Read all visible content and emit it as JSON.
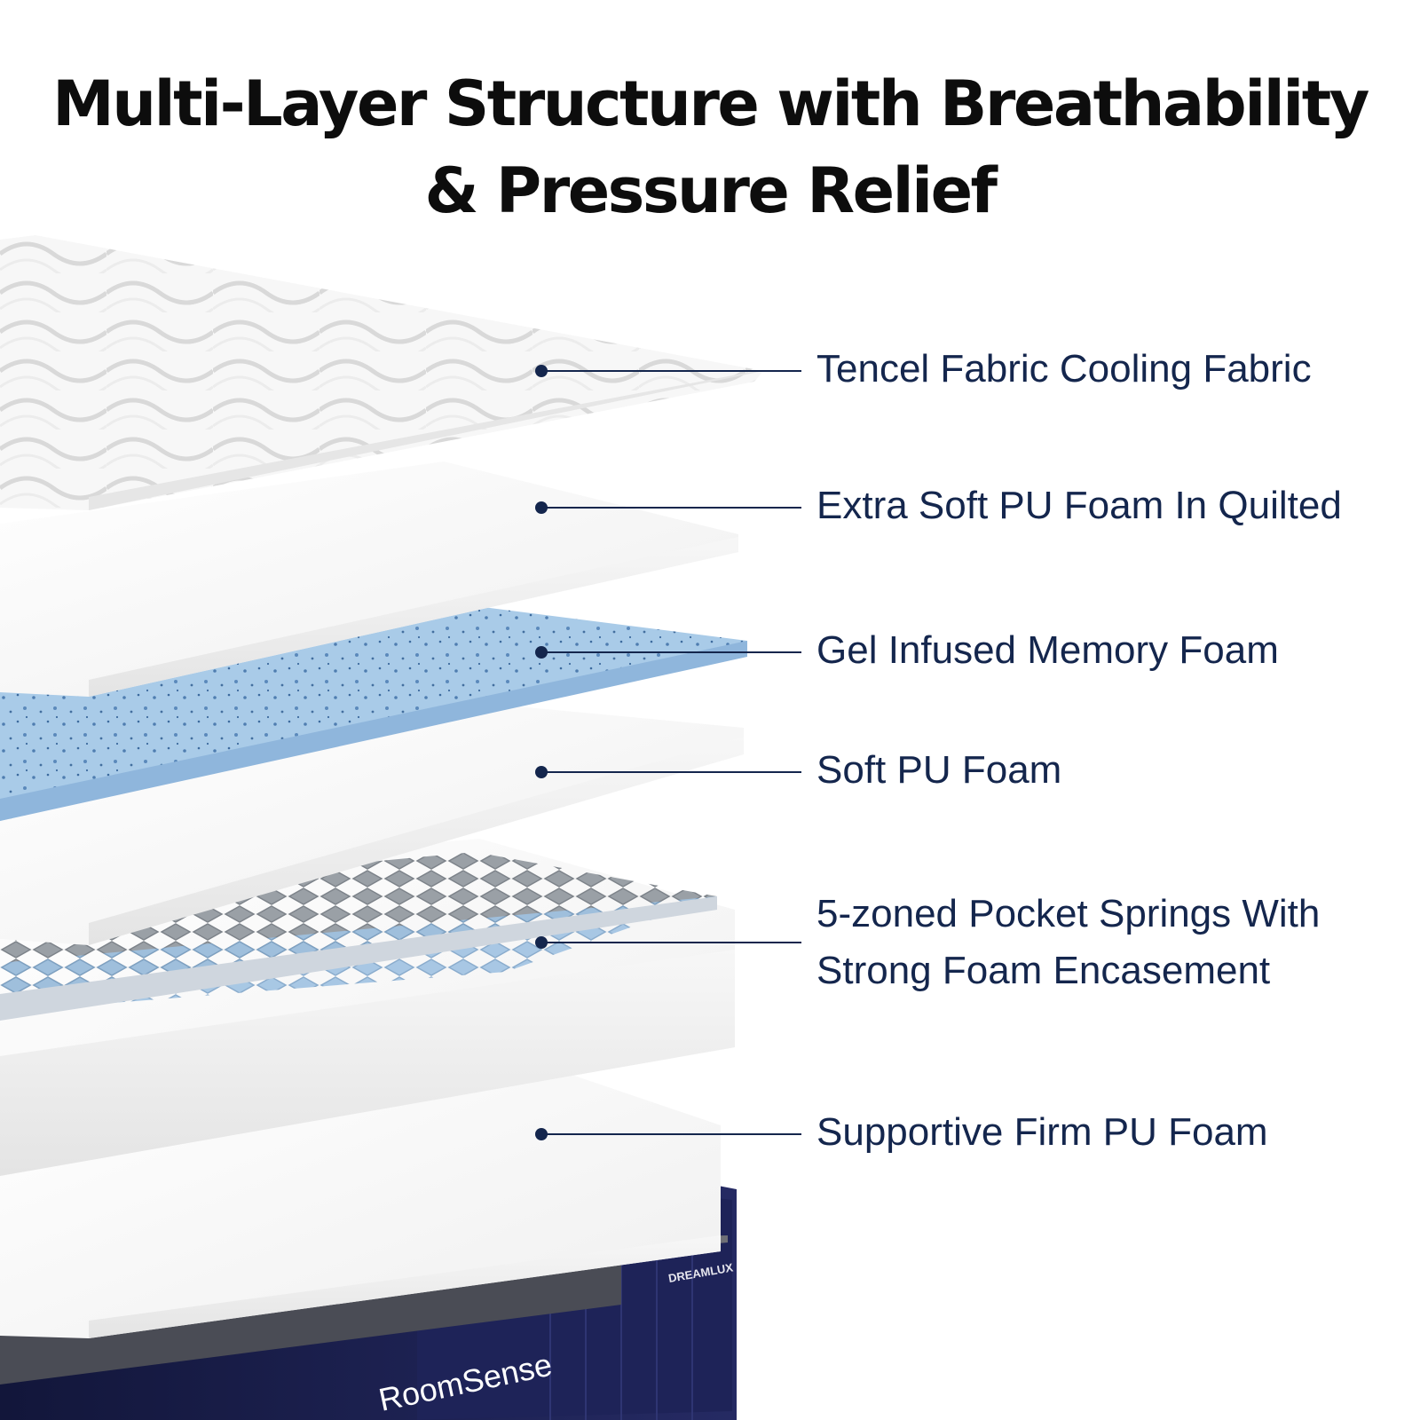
{
  "title": {
    "line1": "Multi-Layer Structure with Breathability",
    "line2": "& Pressure Relief"
  },
  "layers": [
    {
      "label": "Tencel Fabric Cooling Fabric"
    },
    {
      "label": "Extra Soft PU Foam In Quilted"
    },
    {
      "label": "Gel Infused Memory Foam"
    },
    {
      "label": "Soft PU Foam"
    },
    {
      "label_lines": [
        "5-zoned Pocket Springs With",
        "Strong Foam Encasement"
      ]
    },
    {
      "label": "Supportive Firm PU Foam"
    }
  ],
  "brand": {
    "side_logo": "RoomSense",
    "corner_logo": "DREAMLUX"
  },
  "colors": {
    "title": "#0d0d0d",
    "label": "#14264d",
    "gel": "#a9cbe8",
    "base": "#1b1f4d"
  }
}
